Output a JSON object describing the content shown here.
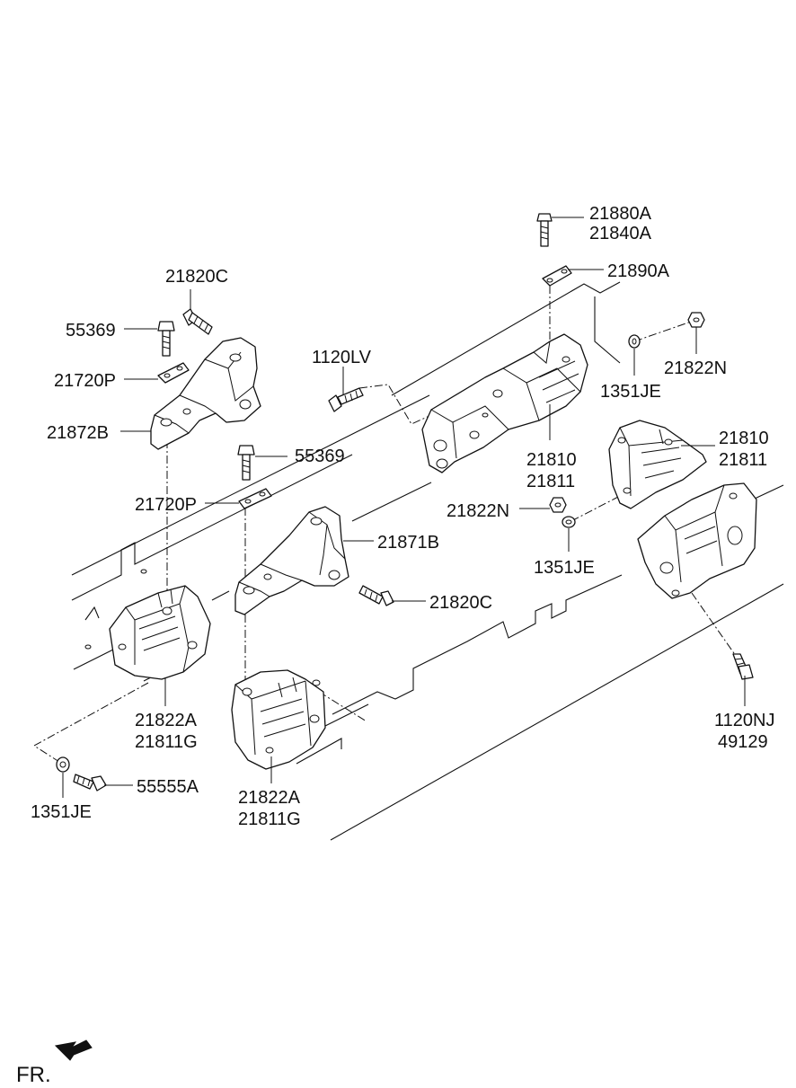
{
  "labels": {
    "p21880A": "21880A",
    "p21840A": "21840A",
    "p21890A": "21890A",
    "p21820C_top": "21820C",
    "p55369_top": "55369",
    "p21720P_top": "21720P",
    "p1120LV": "1120LV",
    "p21822N_right": "21822N",
    "p1351JE_upper": "1351JE",
    "p21872B": "21872B",
    "p21810_mid": "21810",
    "p21811_mid": "21811",
    "p21810_right": "21810",
    "p21811_right": "21811",
    "p55369_mid": "55369",
    "p21720P_mid": "21720P",
    "p21822N_mid": "21822N",
    "p21871B": "21871B",
    "p1351JE_mid": "1351JE",
    "p21820C_mid": "21820C",
    "p21822A_left": "21822A",
    "p21811G_left": "21811G",
    "p1120NJ": "1120NJ",
    "p49129": "49129",
    "p55555A": "55555A",
    "p1351JE_low": "1351JE",
    "p21822A_center": "21822A",
    "p21811G_center": "21811G",
    "fr": "FR."
  }
}
